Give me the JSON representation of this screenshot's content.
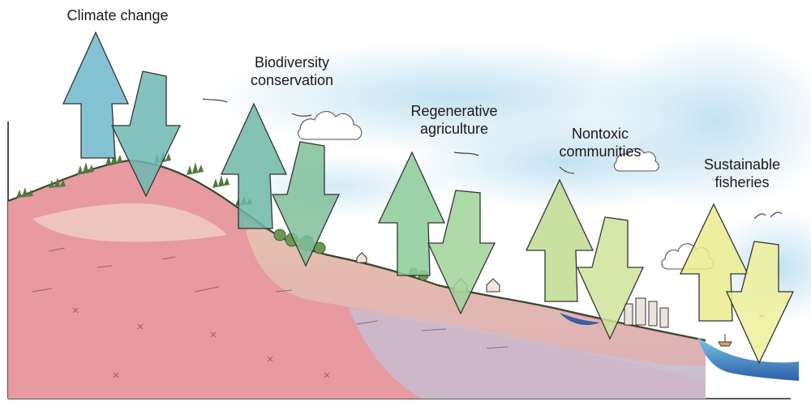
{
  "diagram": {
    "labels": [
      {
        "id": "climate",
        "lines": [
          "Climate change"
        ]
      },
      {
        "id": "biodiversity",
        "lines": [
          "Biodiversity",
          "conservation"
        ]
      },
      {
        "id": "agriculture",
        "lines": [
          "Regenerative",
          "agriculture"
        ]
      },
      {
        "id": "nontoxic",
        "lines": [
          "Nontoxic",
          "communities"
        ]
      },
      {
        "id": "fisheries",
        "lines": [
          "Sustainable",
          "fisheries"
        ]
      }
    ],
    "colors": {
      "sky": "#bfe0f0",
      "soil_pink": "#e79aa0",
      "soil_sand": "#e9c7b0",
      "subsoil_blue": "#bfc7de",
      "grass": "#4f7b3a",
      "water": "#4fa6d6",
      "deep_water": "#2c3f8e",
      "arrow_blue": "#6fb9cc",
      "arrow_teal": "#6fb9a6",
      "arrow_green": "#8ccc98",
      "arrow_lightgreen": "#bfdc8f",
      "arrow_yellow": "#eaec8e",
      "outline": "#333333"
    },
    "icons": [
      "up-arrow-icon",
      "down-arrow-icon",
      "cloud-icon",
      "house-icon",
      "building-icon",
      "boat-icon",
      "bird-icon"
    ]
  }
}
